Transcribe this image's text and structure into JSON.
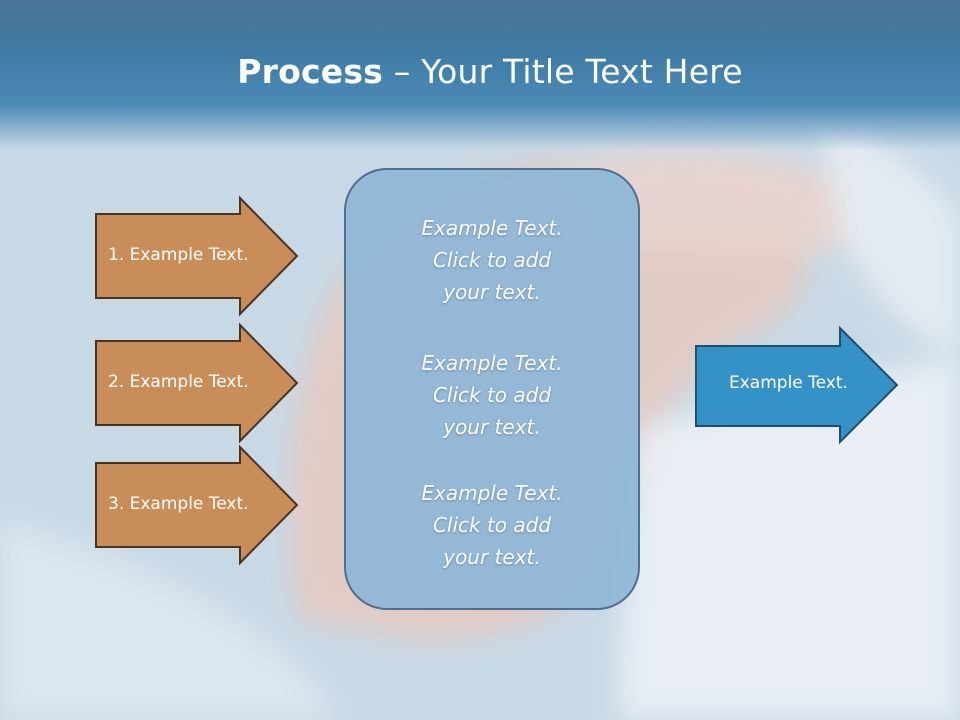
{
  "slide": {
    "title_bold": "Process",
    "title_rest": " – Your Title Text Here"
  },
  "inputs": [
    {
      "label": "1. Example Text."
    },
    {
      "label": "2. Example Text."
    },
    {
      "label": "3. Example Text."
    }
  ],
  "center_box": {
    "paragraphs": [
      [
        "Example Text.",
        "Click  to add",
        "your text."
      ],
      [
        "Example Text.",
        "Click  to add",
        "your text."
      ],
      [
        "Example Text.",
        "Click  to add",
        "your text."
      ]
    ]
  },
  "output": {
    "label": "Example Text."
  },
  "colors": {
    "input_arrow_fill": "#c98d5a",
    "input_arrow_stroke": "#4a3322",
    "center_fill": "#8db6d7",
    "center_stroke": "#4f6f8d",
    "output_arrow_fill": "#3592c6",
    "output_arrow_stroke": "#1f4e6e"
  }
}
